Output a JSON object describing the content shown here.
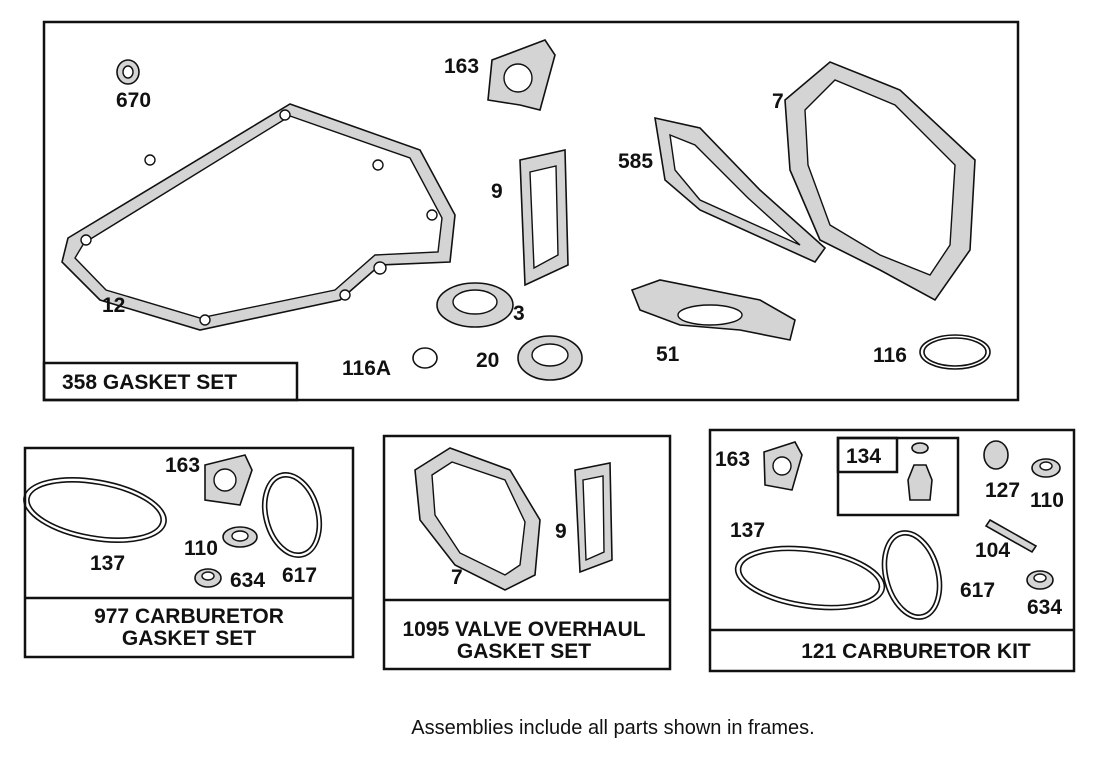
{
  "frames": {
    "gasket_set": {
      "title": "358 GASKET SET",
      "callouts": [
        "670",
        "163",
        "7",
        "585",
        "9",
        "12",
        "3",
        "116A",
        "20",
        "51",
        "116"
      ]
    },
    "carb_gasket_set": {
      "title_line1": "977 CARBURETOR",
      "title_line2": "GASKET SET",
      "callouts": [
        "163",
        "137",
        "110",
        "634",
        "617"
      ]
    },
    "valve_overhaul": {
      "title_line1": "1095 VALVE OVERHAUL",
      "title_line2": "GASKET SET",
      "callouts": [
        "9",
        "7"
      ]
    },
    "carb_kit": {
      "title": "121 CARBURETOR KIT",
      "inner_box_label": "134",
      "callouts": [
        "163",
        "127",
        "110",
        "137",
        "104",
        "617",
        "634"
      ]
    }
  },
  "caption": "Assemblies include all parts shown in frames."
}
